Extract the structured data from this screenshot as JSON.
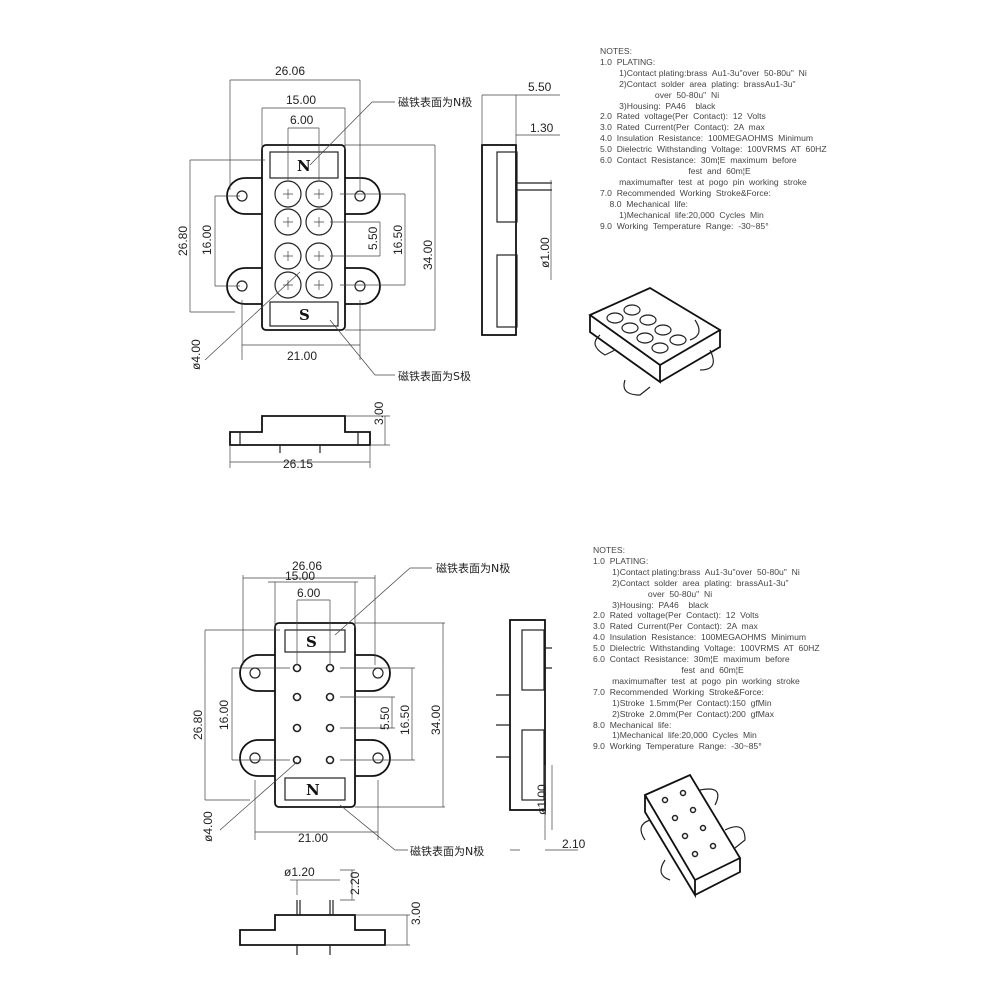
{
  "drawing_1": {
    "width_overall": "26.06",
    "width_inner": "15.00",
    "pitch_x": "6.00",
    "height_holes": "26.80",
    "height_rows": "16.00",
    "pitch_y": "5.50",
    "height_inner": "16.50",
    "height_overall": "34.00",
    "hole_dia": "ø4.00",
    "bottom_width": "21.00",
    "side_width": "5.50",
    "side_offset": "1.30",
    "pin_dia": "ø1.00",
    "base_height": "3.00",
    "base_width": "26.15",
    "magnet_top_label": "磁铁表面为N极",
    "magnet_bottom_label": "磁铁表面为S极",
    "pole_top": "N",
    "pole_bottom": "S"
  },
  "notes_1": [
    "NOTES:",
    "1.0  PLATING:",
    "        1)Contact plating:brass  Au1-3u\"over  50-80u\"  Ni",
    "        2)Contact  solder  area  plating:  brassAu1-3u\"",
    "                       over  50-80u\"  Ni",
    "        3)Housing:  PA46    black",
    "2.0  Rated  voltage(Per  Contact):  12  Volts",
    "3.0  Rated  Current(Per  Contact):  2A  max",
    "4.0  Insulation  Resistance:  100MEGAOHMS  Minimum",
    "5.0  Dielectric  Withstanding  Voltage:  100VRMS  AT  60HZ",
    "6.0  Contact  Resistance:  30m¦E  maximum  before",
    "                                     fest  and  60m¦E",
    "        maximumafter  test  at  pogo  pin  working  stroke",
    "7.0  Recommended  Working  Stroke&Force:",
    "    8.0  Mechanical  life:",
    "        1)Mechanical  life:20,000  Cycles  Min",
    "9.0  Working  Temperature  Range:  -30~85°"
  ],
  "drawing_2": {
    "width_overall": "26.06",
    "width_inner": "15.00",
    "pitch_x": "6.00",
    "height_holes": "26.80",
    "height_rows": "16.00",
    "pitch_y": "5.50",
    "height_inner": "16.50",
    "height_overall": "34.00",
    "hole_dia": "ø4.00",
    "bottom_width": "21.00",
    "pin_dia": "ø1.00",
    "side_offset": "2.10",
    "pin_top_dia": "ø1.20",
    "pin_height": "2.20",
    "base_height": "3.00",
    "magnet_top_label": "磁铁表面为N极",
    "magnet_bottom_label": "磁铁表面为N极",
    "pole_top": "S",
    "pole_bottom": "N"
  },
  "notes_2": [
    "NOTES:",
    "1.0  PLATING:",
    "        1)Contact plating:brass  Au1-3u\"over  50-80u\"  Ni",
    "        2)Contact  solder  area  plating:  brassAu1-3u\"",
    "                       over  50-80u\"  Ni",
    "        3)Housing:  PA46    black",
    "2.0  Rated  voltage(Per  Contact):  12  Volts",
    "3.0  Rated  Current(Per  Contact):  2A  max",
    "4.0  Insulation  Resistance:  100MEGAOHMS  Minimum",
    "5.0  Dielectric  Withstanding  Voltage:  100VRMS  AT  60HZ",
    "6.0  Contact  Resistance:  30m¦E  maximum  before",
    "                                     fest  and  60m¦E",
    "        maximumafter  test  at  pogo  pin  working  stroke",
    "7.0  Recommended  Working  Stroke&Force:",
    "        1)Stroke  1.5mm(Per  Contact):150  gfMin",
    "        2)Stroke  2.0mm(Per  Contact):200  gfMax",
    "8.0  Mechanical  life:",
    "        1)Mechanical  life:20,000  Cycles  Min",
    "9.0  Working  Temperature  Range:  -30~85°"
  ]
}
